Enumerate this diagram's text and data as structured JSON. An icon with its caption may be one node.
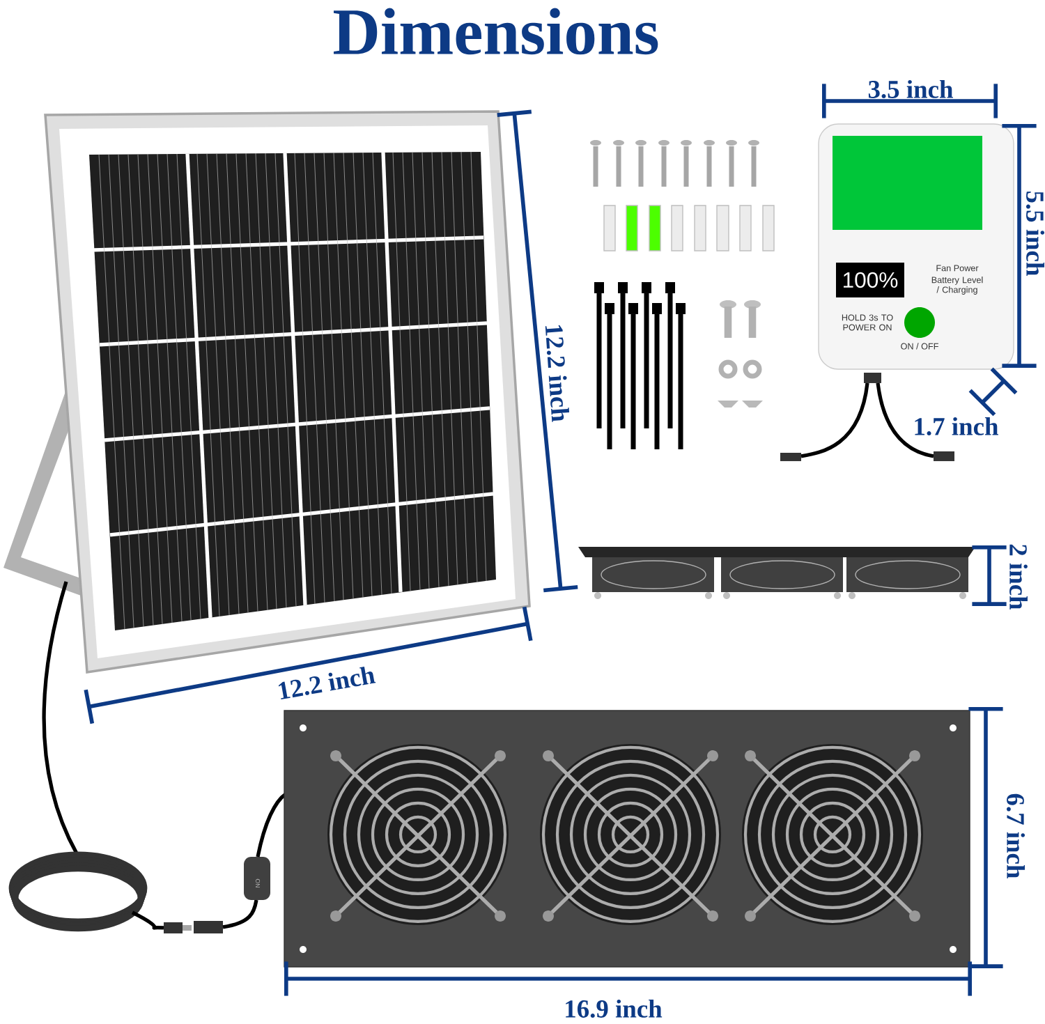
{
  "diagram": {
    "title": "Dimensions",
    "labels": [
      "3.5 inch",
      "5.5 inch",
      "100%",
      "Fan Power",
      "Battery Level / Charging",
      "HOLD 3s TO POWER ON",
      "ON / OFF",
      "12.2 inch",
      "1.7 inch",
      "2 inch",
      "12.2 inch",
      "6.7 inch",
      "ON",
      "16.9 inch"
    ]
  }
}
